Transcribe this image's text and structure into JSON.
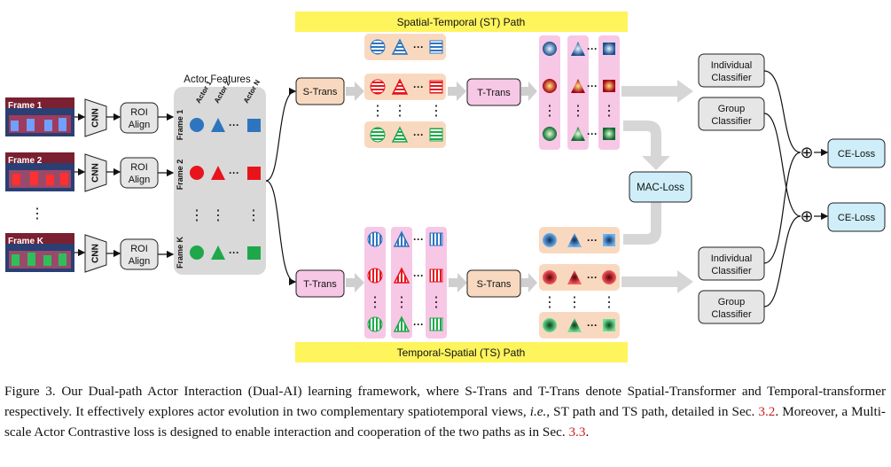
{
  "figure": {
    "st_path_label": "Spatial-Temporal (ST) Path",
    "ts_path_label": "Temporal-Spatial (TS) Path",
    "actor_features_title": "Actor Features",
    "frames": [
      {
        "label": "Frame 1",
        "row_label": "Frame 1"
      },
      {
        "label": "Frame 2",
        "row_label": "Frame 2"
      },
      {
        "label": "Frame K",
        "row_label": "Frame K"
      }
    ],
    "frames_ellipsis": "⋮",
    "actors": [
      "Actor 1",
      "Actor 2",
      "Actor N"
    ],
    "cnn_label": "CNN",
    "roi_align_label": [
      "ROI",
      "Align"
    ],
    "s_trans_label": "S-Trans",
    "t_trans_label": "T-Trans",
    "ellipsis": "···",
    "vdots": "⋮",
    "mac_loss_label": "MAC-Loss",
    "individual_classifier_label": [
      "Individual",
      "Classifier"
    ],
    "group_classifier_label": [
      "Group",
      "Classifier"
    ],
    "ce_loss_label": "CE-Loss",
    "sum_symbol": "⊕",
    "colors": {
      "blue": "#2e75c0",
      "red": "#e8141c",
      "green": "#1ea84a",
      "orange_box": "#f8d9c0",
      "pink_box": "#f7c7e6",
      "cyan_box": "#cfeefa",
      "yellow_banner": "#fef45c",
      "gray_panel": "#d9d9d9"
    }
  },
  "caption": {
    "fig_label": "Figure 3.",
    "part1": "Our Dual-path Actor Interaction (Dual-AI) learning framework, where S-Trans and T-Trans denote Spatial-Transformer and Temporal-transformer respectively. It effectively explores actor evolution in two complementary spatiotemporal views, ",
    "ie": "i.e.",
    "part2": ", ST path and TS path, detailed in Sec. ",
    "ref1": "3.2",
    "part3": ". Moreover, a Multi-scale Actor Contrastive loss is designed to enable interaction and cooperation of the two paths as in Sec. ",
    "ref2": "3.3",
    "part4": "."
  }
}
